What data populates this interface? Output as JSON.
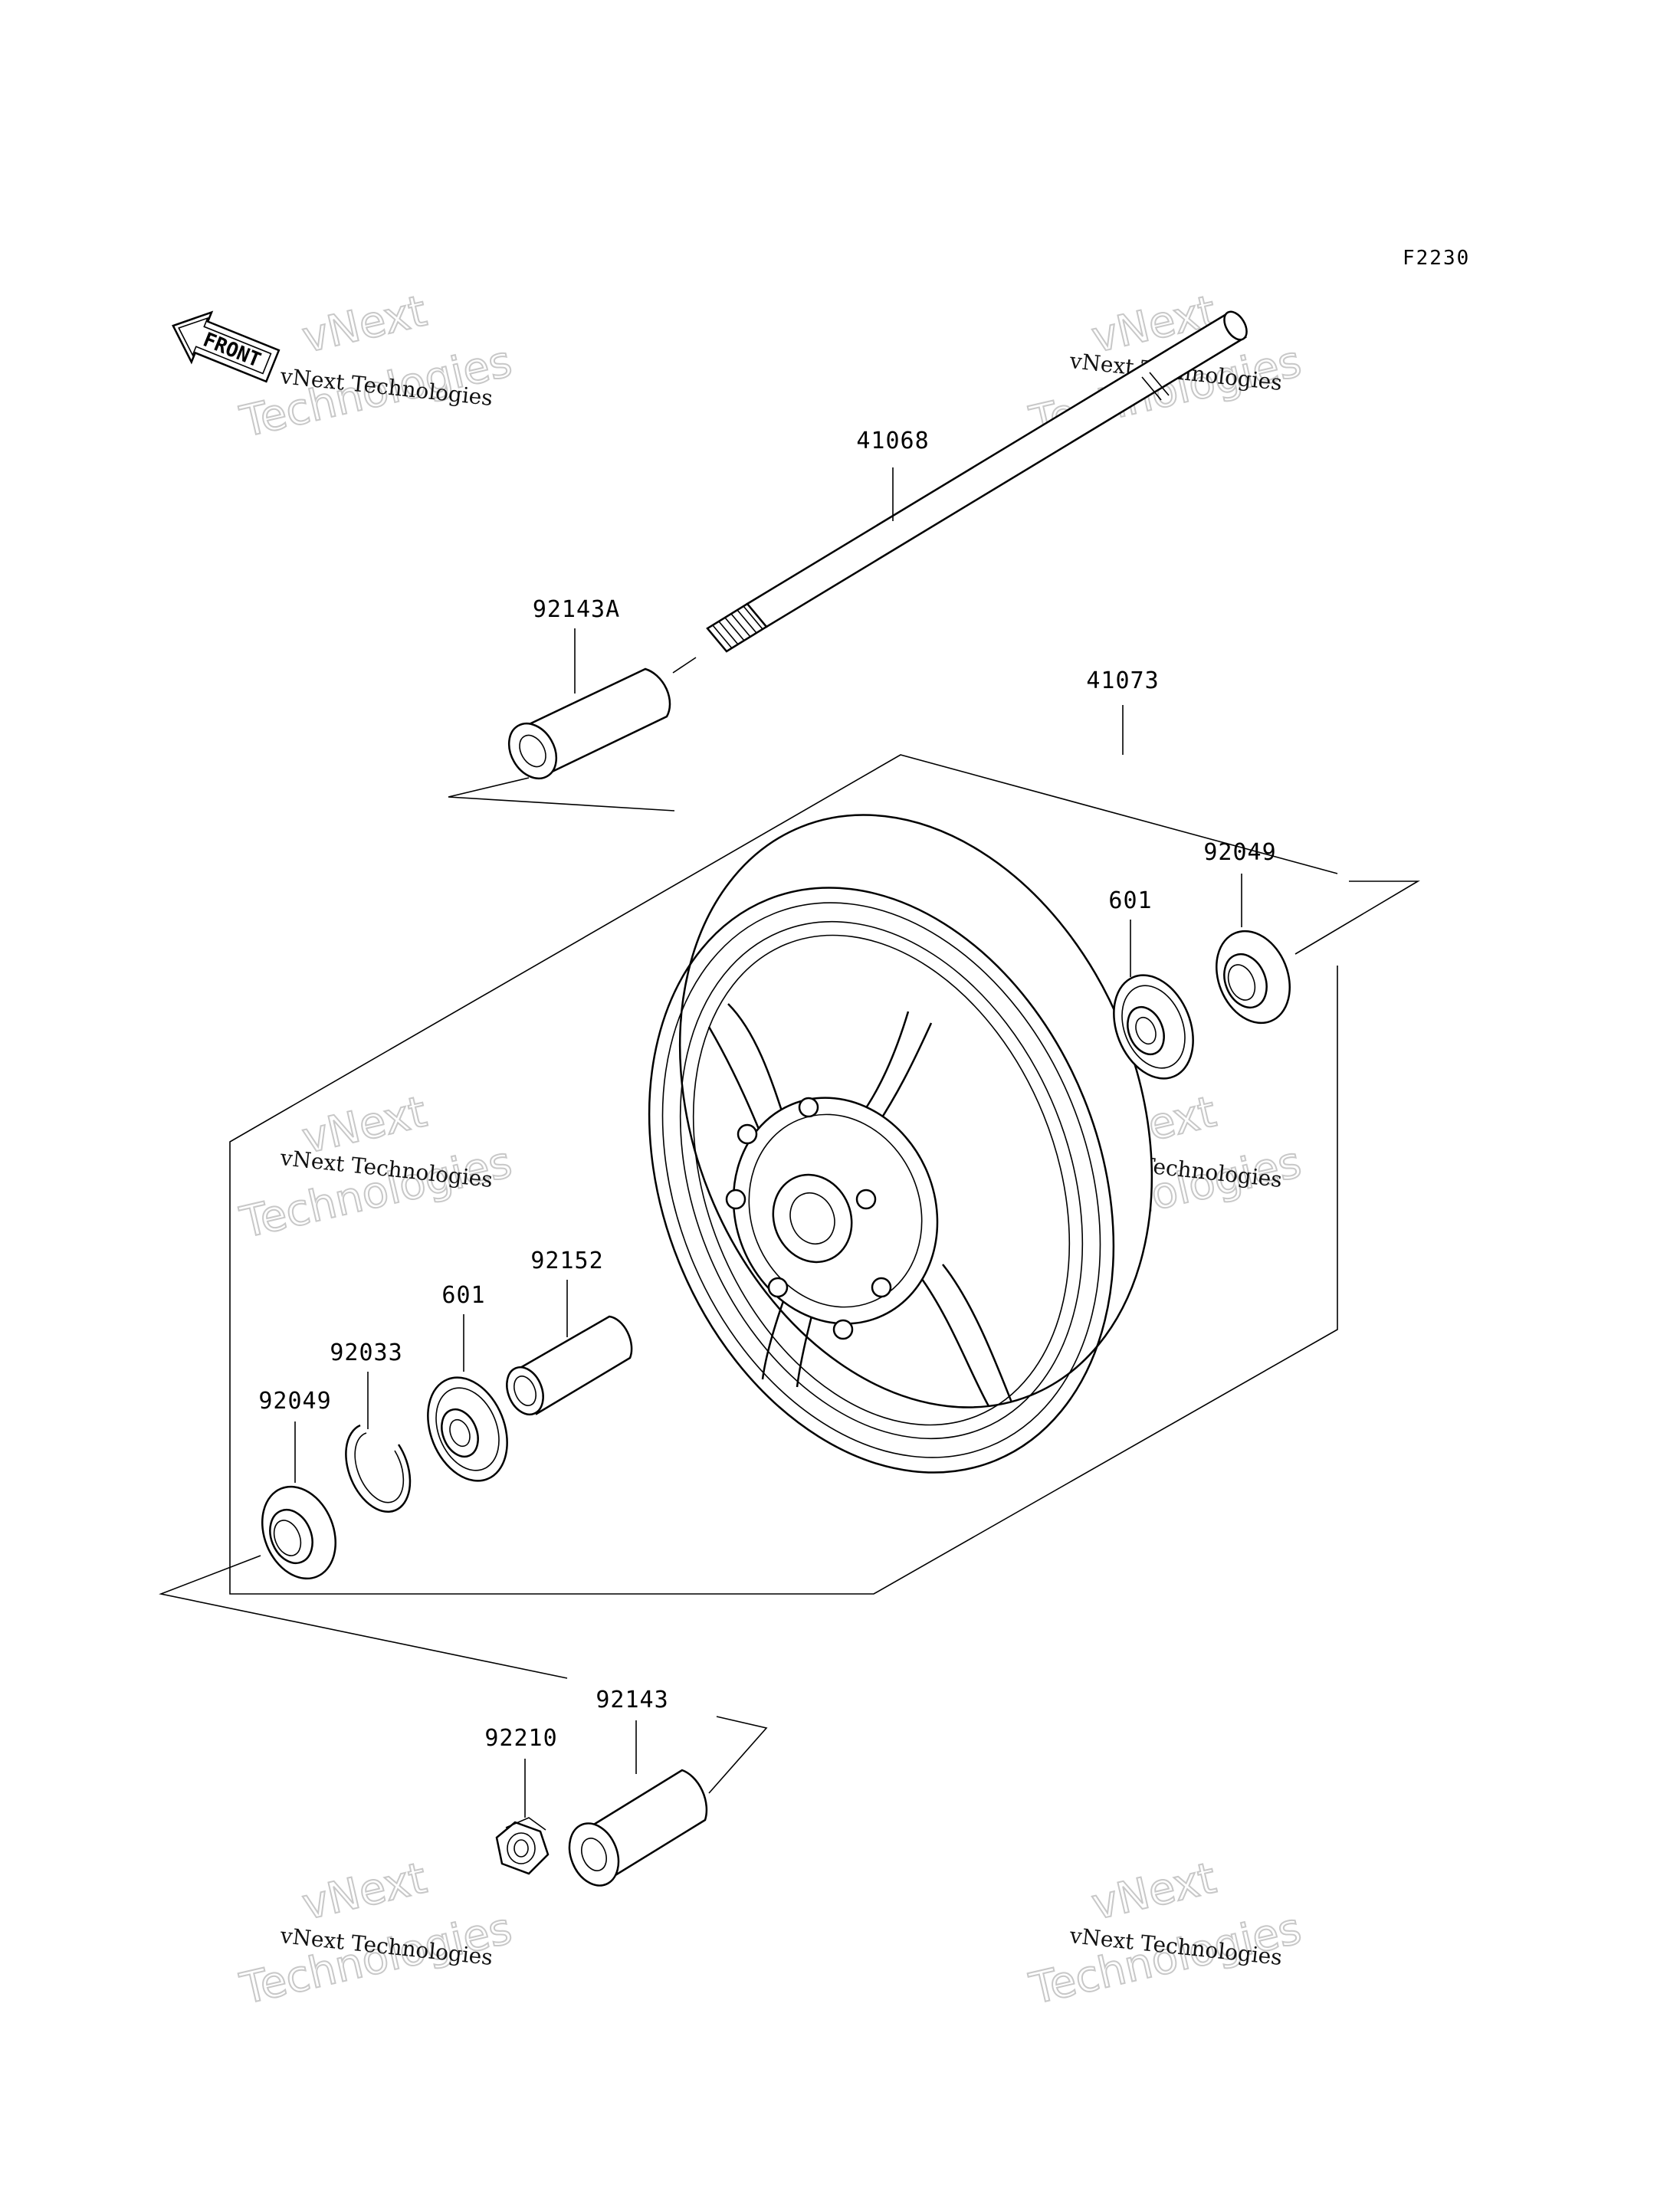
{
  "figure_code": "F2230",
  "front_indicator": "FRONT",
  "watermark": {
    "line1": "vNext Technologies",
    "big_word1": "vNext",
    "big_word2": "Technologies"
  },
  "parts": {
    "axle": "41068",
    "collar_left": "92143A",
    "wheel": "41073",
    "seal_right": "92049",
    "bearing_right": "601",
    "spacer": "92152",
    "bearing_left": "601",
    "circlip": "92033",
    "seal_left": "92049",
    "collar_right": "92143",
    "nut": "92210"
  }
}
